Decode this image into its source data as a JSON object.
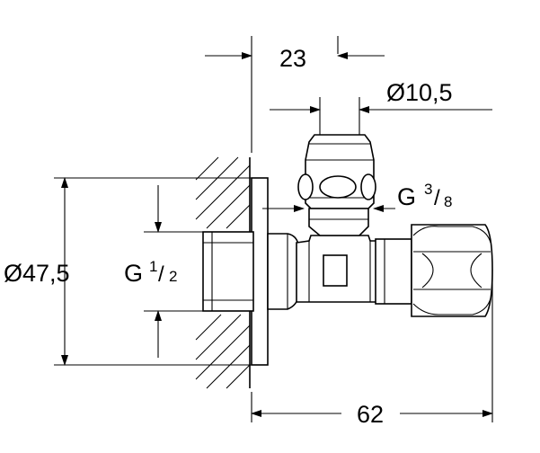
{
  "dimensions": {
    "width_23": "23",
    "dia_10_5": "Ø10,5",
    "dia_47_5": "Ø47,5",
    "len_62": "62"
  },
  "threads": {
    "inlet_prefix": "G",
    "inlet_num": "1",
    "inlet_den": "2",
    "outlet_prefix": "G",
    "outlet_num": "3",
    "outlet_den": "8"
  },
  "colors": {
    "line": "#000000",
    "background": "#ffffff"
  }
}
